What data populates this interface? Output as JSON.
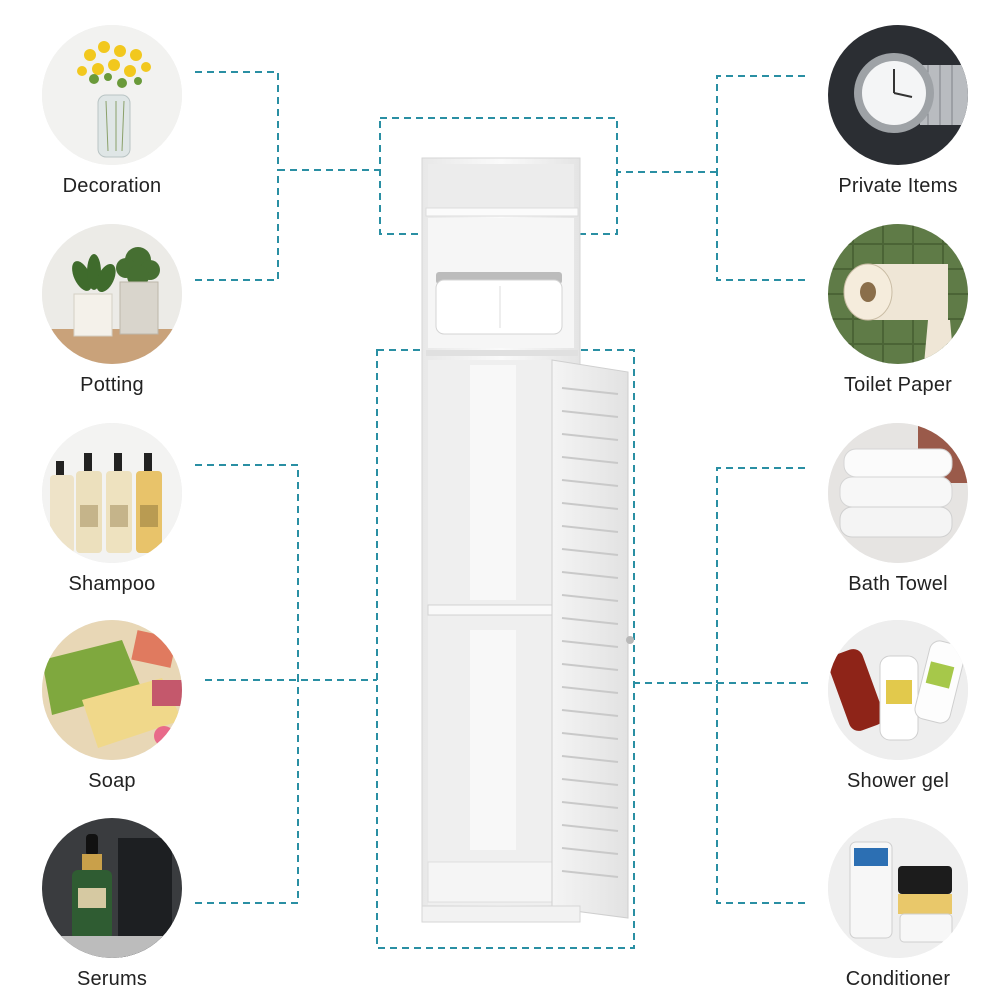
{
  "left_items": [
    {
      "icon": "flower-vase-photo",
      "label": "Decoration"
    },
    {
      "icon": "potted-plant-photo",
      "label": "Potting"
    },
    {
      "icon": "shampoo-bottles-photo",
      "label": "Shampoo"
    },
    {
      "icon": "soap-bars-photo",
      "label": "Soap"
    },
    {
      "icon": "serum-bottle-photo",
      "label": "Serums"
    }
  ],
  "right_items": [
    {
      "icon": "wristwatch-photo",
      "label": "Private Items"
    },
    {
      "icon": "toilet-paper-photo",
      "label": "Toilet Paper"
    },
    {
      "icon": "folded-towels-photo",
      "label": "Bath Towel"
    },
    {
      "icon": "shower-gel-bottles-photo",
      "label": "Shower gel"
    },
    {
      "icon": "conditioner-jars-photo",
      "label": "Conditioner"
    }
  ],
  "colors": {
    "leader_line": "#2a8fa3",
    "label_text": "#222222",
    "cabinet": "#f7f7f7",
    "cabinet_edge": "#d8d8d8"
  }
}
